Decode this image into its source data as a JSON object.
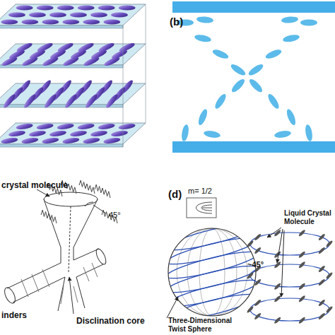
{
  "diagram": {
    "labels": [
      "(b)",
      "crystal molecule",
      "45°",
      "inders",
      "Disclination core",
      "(d)",
      "m= 1/2",
      "Liquid Crystal Molecule",
      "~45°",
      "Three-Dimensional Twist Sphere"
    ]
  }
}
